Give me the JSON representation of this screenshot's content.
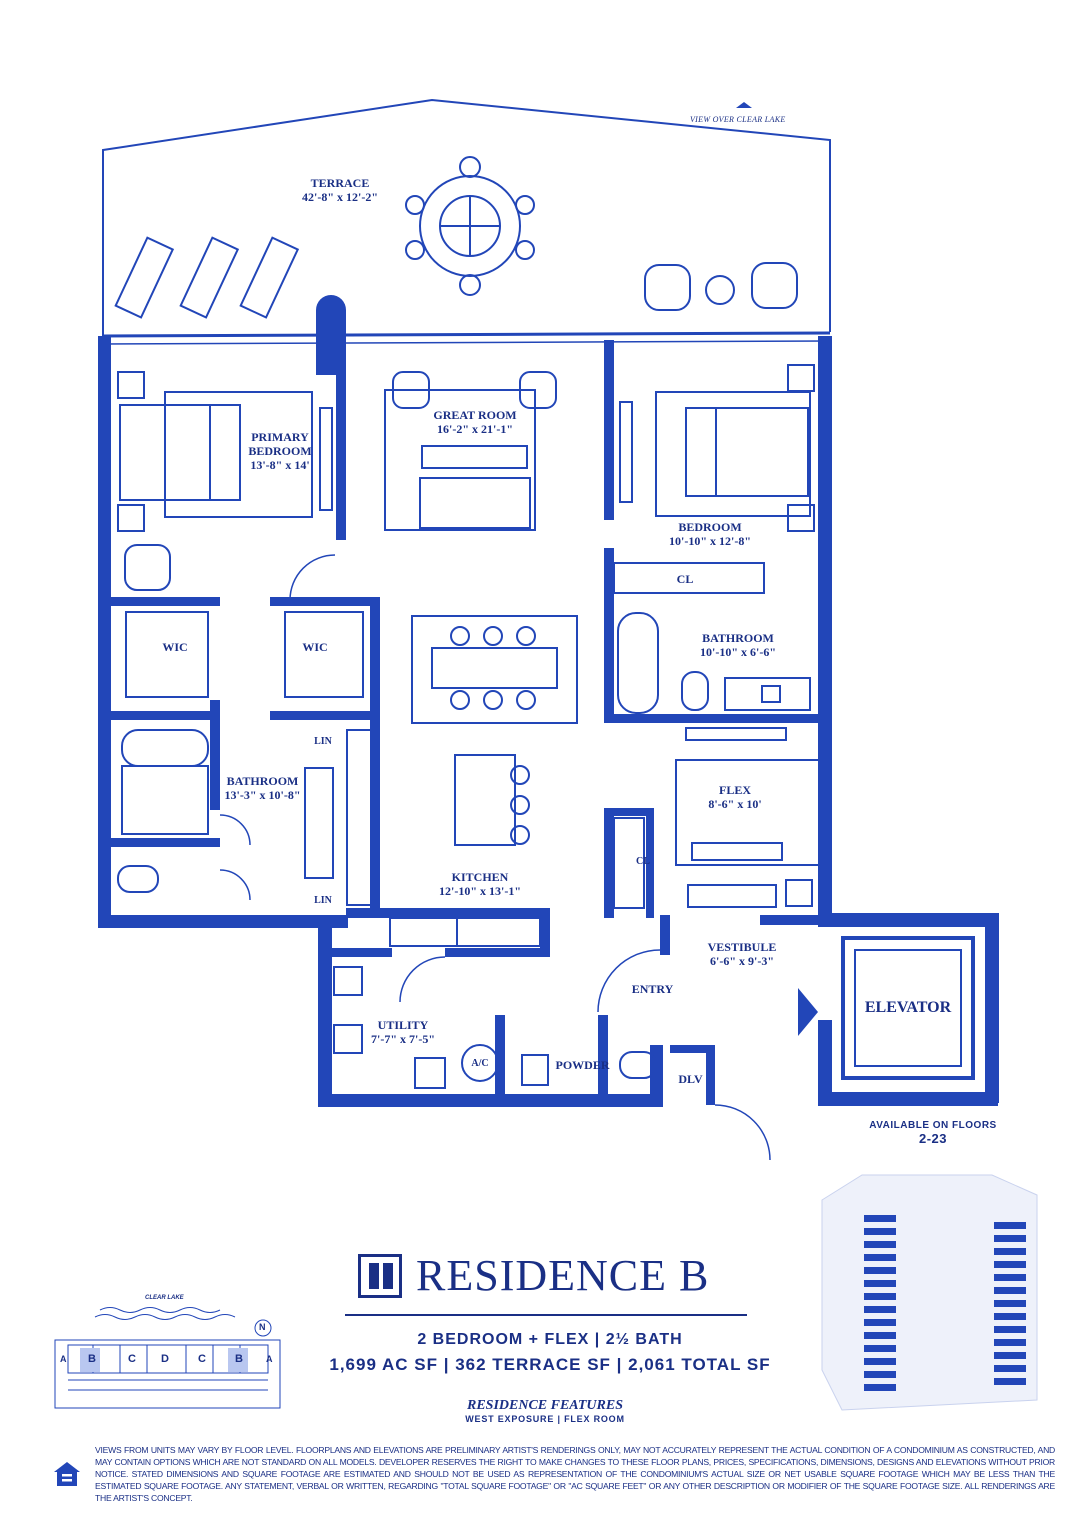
{
  "colors": {
    "ink": "#1a2f85",
    "wall": "#2246b8",
    "fill_light": "#dfe6f8"
  },
  "header": {
    "view_label": "VIEW OVER CLEAR LAKE"
  },
  "rooms": {
    "terrace": {
      "name": "TERRACE",
      "dims": "42'-8\" x 12'-2\""
    },
    "primary_bedroom": {
      "name_line1": "PRIMARY",
      "name_line2": "BEDROOM",
      "dims": "13'-8\" x 14'"
    },
    "great_room": {
      "name": "GREAT ROOM",
      "dims": "16'-2\" x 21'-1\""
    },
    "bedroom": {
      "name": "BEDROOM",
      "dims": "10'-10\" x 12'-8\""
    },
    "closet_top": {
      "name": "CL"
    },
    "wic_left": {
      "name": "WIC"
    },
    "wic_right": {
      "name": "WIC"
    },
    "bathroom_right": {
      "name": "BATHROOM",
      "dims": "10'-10\" x 6'-6\""
    },
    "bathroom_left": {
      "name": "BATHROOM",
      "dims": "13'-3\" x 10'-8\""
    },
    "lin_top": {
      "name": "LIN"
    },
    "lin_bottom": {
      "name": "LIN"
    },
    "kitchen": {
      "name": "KITCHEN",
      "dims": "12'-10\" x 13'-1\""
    },
    "flex": {
      "name": "FLEX",
      "dims": "8'-6\" x 10'"
    },
    "closet_flex": {
      "name": "CL"
    },
    "vestibule": {
      "name": "VESTIBULE",
      "dims": "6'-6\" x 9'-3\""
    },
    "entry": {
      "name": "ENTRY"
    },
    "elevator": {
      "name": "ELEVATOR"
    },
    "utility": {
      "name": "UTILITY",
      "dims": "7'-7\" x 7'-5\""
    },
    "ac": {
      "name": "A/C"
    },
    "powder": {
      "name": "POWDER"
    },
    "dlv": {
      "name": "DLV"
    }
  },
  "availability": {
    "label": "AVAILABLE ON FLOORS",
    "floors": "2-23"
  },
  "title": {
    "name": "RESIDENCE B"
  },
  "specs": {
    "line1": "2 BEDROOM + FLEX | 2½ BATH",
    "line2": "1,699 AC SF | 362 TERRACE SF | 2,061 TOTAL SF"
  },
  "features": {
    "heading": "RESIDENCE FEATURES",
    "items": "WEST EXPOSURE | FLEX ROOM"
  },
  "keyplan": {
    "lake_label": "CLEAR LAKE",
    "north_label": "N",
    "units": [
      "A",
      "B",
      "C",
      "D",
      "C",
      "B",
      "A"
    ],
    "highlighted_unit": "B"
  },
  "disclaimer": "VIEWS FROM UNITS MAY VARY BY FLOOR LEVEL. FLOORPLANS AND ELEVATIONS ARE PRELIMINARY ARTIST'S RENDERINGS ONLY, MAY NOT ACCURATELY REPRESENT THE ACTUAL CONDITION OF A CONDOMINIUM AS CONSTRUCTED, AND MAY CONTAIN OPTIONS WHICH ARE NOT STANDARD ON ALL MODELS. DEVELOPER RESERVES THE RIGHT TO MAKE CHANGES TO THESE FLOOR PLANS, PRICES, SPECIFICATIONS, DIMENSIONS, DESIGNS AND ELEVATIONS WITHOUT PRIOR NOTICE. STATED DIMENSIONS AND SQUARE FOOTAGE ARE ESTIMATED AND SHOULD NOT BE USED AS REPRESENTATION OF THE CONDOMINIUM'S ACTUAL SIZE OR NET USABLE SQUARE FOOTAGE WHICH MAY BE LESS THAN THE ESTIMATED SQUARE FOOTAGE. ANY STATEMENT, VERBAL OR WRITTEN, REGARDING \"TOTAL SQUARE FOOTAGE\" OR \"AC SQUARE FEET\" OR ANY OTHER DESCRIPTION OR MODIFIER OF THE SQUARE FOOTAGE SIZE. ALL RENDERINGS ARE THE ARTIST'S CONCEPT."
}
